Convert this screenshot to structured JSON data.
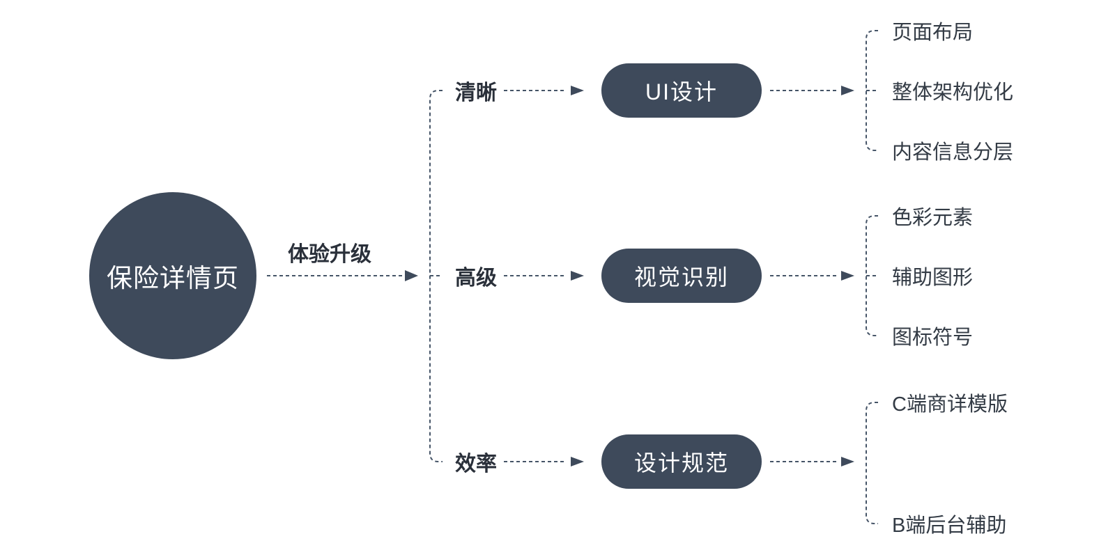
{
  "diagram": {
    "root": {
      "label": "保险详情页"
    },
    "main_edge_label": "体验升级",
    "branches": [
      {
        "factor": "清晰",
        "node": "UI设计",
        "leaves": [
          "页面布局",
          "整体架构优化",
          "内容信息分层"
        ]
      },
      {
        "factor": "高级",
        "node": "视觉识别",
        "leaves": [
          "色彩元素",
          "辅助图形",
          "图标符号"
        ]
      },
      {
        "factor": "效率",
        "node": "设计规范",
        "leaves": [
          "C端商详模版",
          "B端后台辅助"
        ]
      }
    ],
    "colors": {
      "node_fill": "#3e4a5b",
      "connector": "#455467",
      "heading_text": "#2a303a",
      "leaf_text": "#333b45",
      "node_text": "#ffffff",
      "background": "#ffffff"
    }
  }
}
